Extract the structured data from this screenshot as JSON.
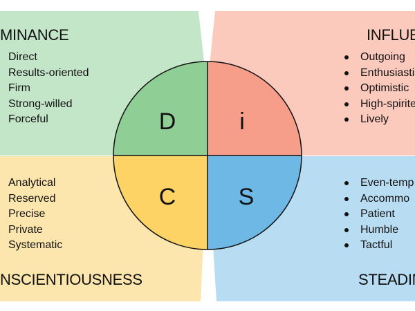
{
  "diagram": {
    "quadrants": [
      {
        "key": "dominance",
        "title": "MINANCE",
        "letter": "D",
        "traits": [
          "Direct",
          "Results-oriented",
          "Firm",
          "Strong-willed",
          "Forceful"
        ],
        "background": "#c3e6c9",
        "circle_color": "#8fce95"
      },
      {
        "key": "influence",
        "title": "INFLUE",
        "letter": "i",
        "traits": [
          "Outgoing",
          "Enthusiasti",
          "Optimistic",
          "High-spirite",
          "Lively"
        ],
        "background": "#fcc9bd",
        "circle_color": "#f79e8b"
      },
      {
        "key": "conscientiousness",
        "title": "NSCIENTIOUSNESS",
        "letter": "C",
        "traits": [
          "Analytical",
          "Reserved",
          "Precise",
          "Private",
          "Systematic"
        ],
        "background": "#fde6ad",
        "circle_color": "#fdd366"
      },
      {
        "key": "steadiness",
        "title": "STEADIN",
        "letter": "S",
        "traits": [
          "Even-temp",
          "Accommo",
          "Patient",
          "Humble",
          "Tactful"
        ],
        "background": "#b8dcf2",
        "circle_color": "#6db8e4"
      }
    ]
  }
}
